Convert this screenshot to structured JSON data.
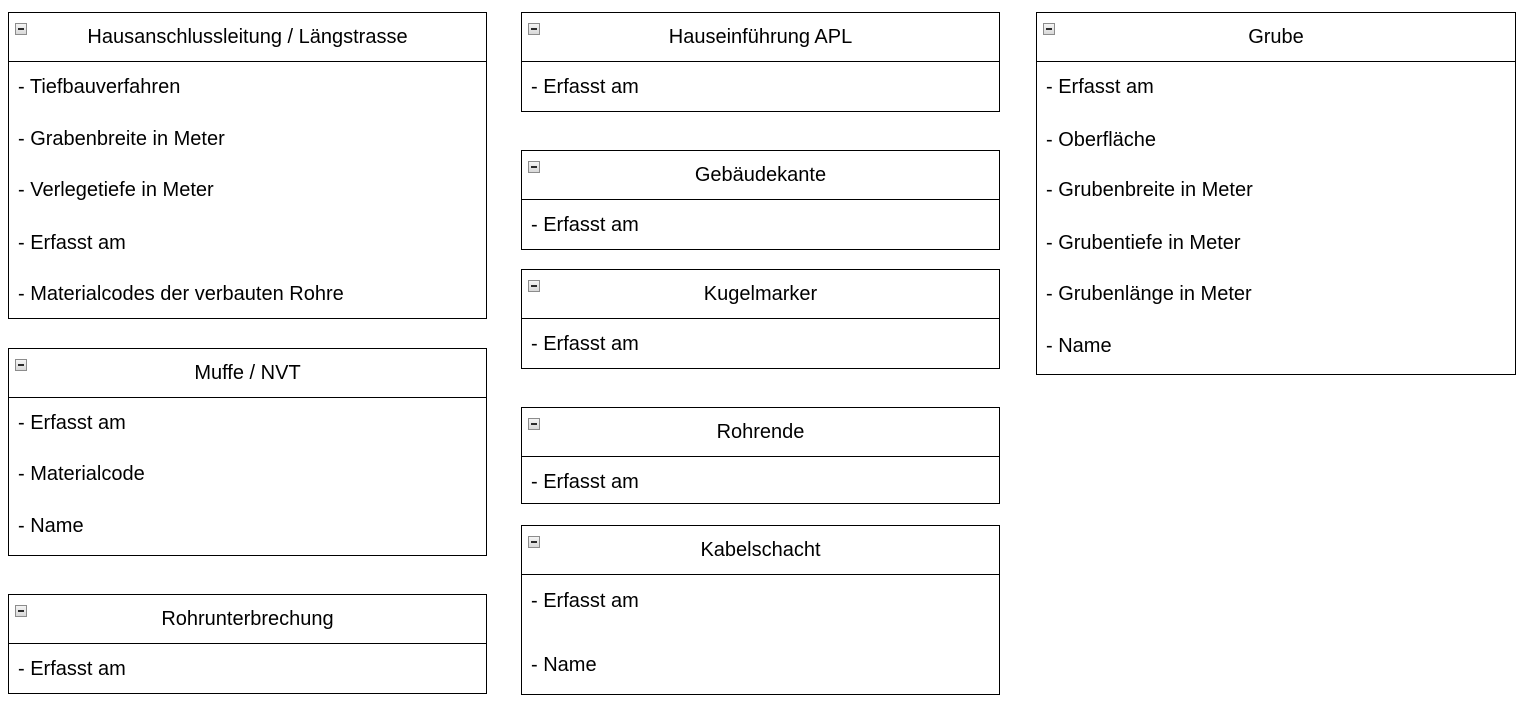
{
  "entities": {
    "hausanschluss": {
      "title": "Hausanschlussleitung / Längstrasse",
      "attributes": [
        "- Tiefbauverfahren",
        "- Grabenbreite in Meter",
        "- Verlegetiefe in Meter",
        "- Erfasst am",
        "- Materialcodes der verbauten Rohre"
      ]
    },
    "muffe": {
      "title": "Muffe / NVT",
      "attributes": [
        "- Erfasst am",
        "- Materialcode",
        "- Name"
      ]
    },
    "rohrunterbrechung": {
      "title": "Rohrunterbrechung",
      "attributes": [
        "- Erfasst am"
      ]
    },
    "hauseinfuehrung": {
      "title": "Hauseinführung APL",
      "attributes": [
        "- Erfasst am"
      ]
    },
    "gebaeudekante": {
      "title": "Gebäudekante",
      "attributes": [
        "- Erfasst am"
      ]
    },
    "kugelmarker": {
      "title": "Kugelmarker",
      "attributes": [
        "- Erfasst am"
      ]
    },
    "rohrende": {
      "title": "Rohrende",
      "attributes": [
        "- Erfasst am"
      ]
    },
    "kabelschacht": {
      "title": "Kabelschacht",
      "attributes": [
        "- Erfasst am",
        "- Name"
      ]
    },
    "grube": {
      "title": "Grube",
      "attributes": [
        "- Erfasst am",
        "- Oberfläche",
        "- Grubenbreite in Meter",
        "- Grubentiefe in Meter",
        "- Grubenlänge in Meter",
        "- Name"
      ]
    }
  },
  "icons": {
    "collapse": "collapse-icon"
  }
}
